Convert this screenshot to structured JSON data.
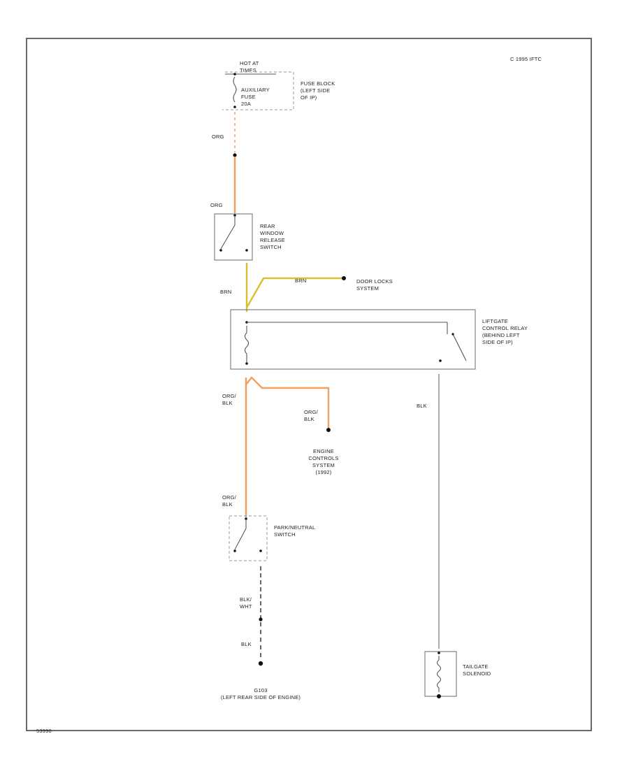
{
  "copyright": "C 1995 IFTC",
  "diagram_id": "53990",
  "colors": {
    "orange_wire": "#f0a060",
    "yellow_wire": "#d8c030",
    "black_wire": "#666666",
    "frame": "#444444"
  },
  "components": {
    "hot_at": [
      "HOT AT",
      "TIMES"
    ],
    "fuse_block": [
      "FUSE BLOCK",
      "(LEFT SIDE",
      "OF IP)"
    ],
    "fuse": [
      "AUXILIARY",
      "FUSE",
      "20A"
    ],
    "rear_window_switch": [
      "REAR",
      "WINDOW",
      "RELEASE",
      "SWITCH"
    ],
    "door_locks": [
      "DOOR LOCKS",
      "SYSTEM"
    ],
    "liftgate_relay": [
      "LIFTGATE",
      "CONTROL RELAY",
      "(BEHIND LEFT",
      "SIDE OF IP)"
    ],
    "engine_controls": [
      "ENGINE",
      "CONTROLS",
      "SYSTEM",
      "(1992)"
    ],
    "park_neutral_switch": [
      "PARK/NEUTRAL",
      "SWITCH"
    ],
    "tailgate_solenoid": [
      "TAILGATE",
      "SOLENOID"
    ],
    "ground": [
      "G103",
      "(LEFT REAR SIDE OF ENGINE)"
    ]
  },
  "wires": {
    "org": "ORG",
    "brn": "BRN",
    "org_blk": [
      "ORG/",
      "BLK"
    ],
    "blk": "BLK",
    "blk_wht": [
      "BLK/",
      "WHT"
    ]
  }
}
